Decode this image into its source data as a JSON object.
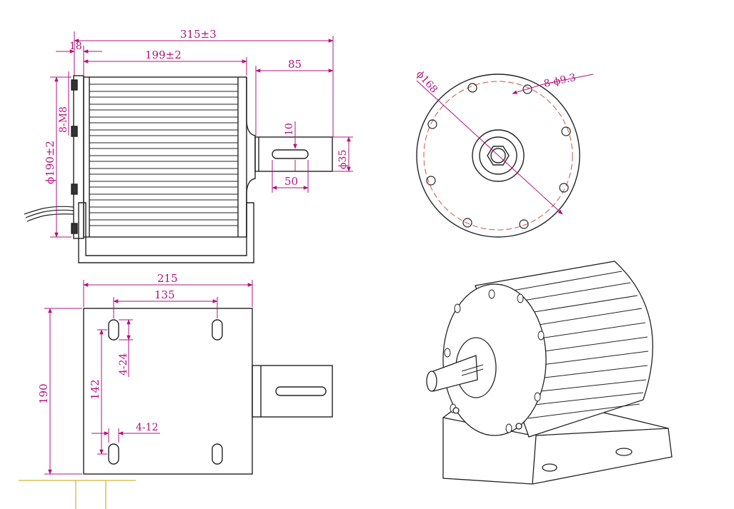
{
  "colors": {
    "outline": "#222222",
    "dimension": "#b0147f",
    "pitch_circle": "#c8554a",
    "fill": "#ffffff"
  },
  "side_view": {
    "overall_length": "315±3",
    "flange_thickness": "18",
    "body_length": "199±2",
    "shaft_length": "85",
    "diameter": "ϕ190±2",
    "bolt_spec": "8-M8",
    "key_width": "10",
    "shaft_diameter": "ϕ35",
    "key_length": "50"
  },
  "end_view": {
    "pitch_circle": "ϕ168",
    "holes": "8-ϕ9.3"
  },
  "base_view": {
    "width": "215",
    "hole_spacing_x": "135",
    "slot_spec": "4-24",
    "height": "190",
    "hole_spacing_y": "142",
    "hole_spec": "4-12"
  },
  "iso_view": {}
}
